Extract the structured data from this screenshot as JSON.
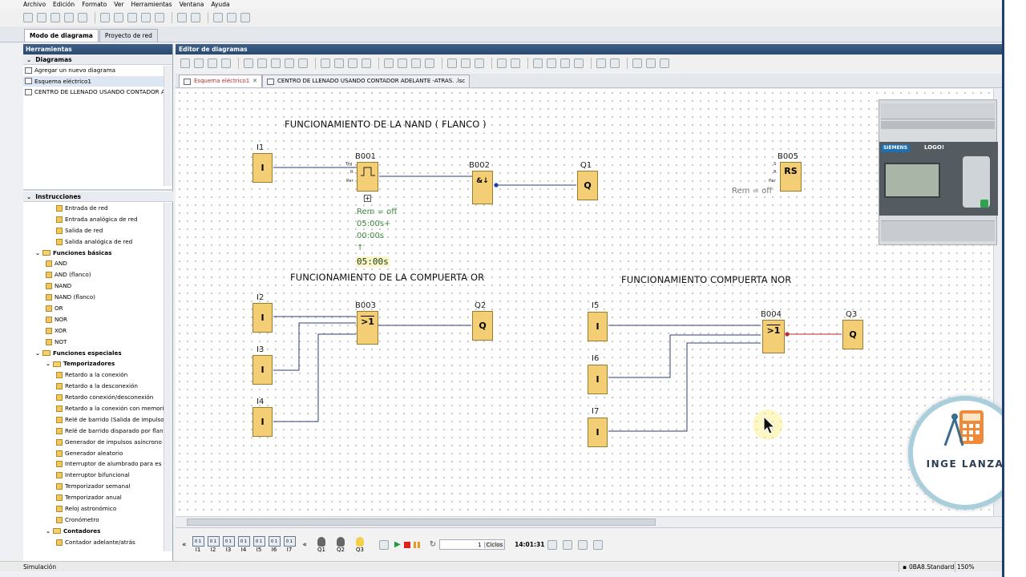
{
  "menu": [
    "Archivo",
    "Edición",
    "Formato",
    "Ver",
    "Herramientas",
    "Ventana",
    "Ayuda"
  ],
  "mode_tabs": [
    "Modo de diagrama",
    "Proyecto de red"
  ],
  "left_panel": {
    "title": "Herramientas",
    "diagrams_header": "Diagramas",
    "diagram_items": [
      "Agregar un nuevo diagrama",
      "Esquema eléctrico1",
      "CENTRO DE LLENADO USANDO CONTADOR ADELANTE"
    ],
    "instructions_header": "Instrucciones",
    "tree": [
      {
        "label": "Entrada de red",
        "indent": 3,
        "folder": false
      },
      {
        "label": "Entrada analógica de red",
        "indent": 3,
        "folder": false
      },
      {
        "label": "Salida de red",
        "indent": 3,
        "folder": false
      },
      {
        "label": "Salida analógica de red",
        "indent": 3,
        "folder": false
      },
      {
        "label": "Funciones básicas",
        "indent": 1,
        "folder": true
      },
      {
        "label": "AND",
        "indent": 2,
        "folder": false
      },
      {
        "label": "AND (flanco)",
        "indent": 2,
        "folder": false
      },
      {
        "label": "NAND",
        "indent": 2,
        "folder": false
      },
      {
        "label": "NAND (flanco)",
        "indent": 2,
        "folder": false
      },
      {
        "label": "OR",
        "indent": 2,
        "folder": false
      },
      {
        "label": "NOR",
        "indent": 2,
        "folder": false
      },
      {
        "label": "XOR",
        "indent": 2,
        "folder": false
      },
      {
        "label": "NOT",
        "indent": 2,
        "folder": false
      },
      {
        "label": "Funciones especiales",
        "indent": 1,
        "folder": true
      },
      {
        "label": "Temporizadores",
        "indent": 2,
        "folder": true
      },
      {
        "label": "Retardo a la conexión",
        "indent": 3,
        "folder": false
      },
      {
        "label": "Retardo a la desconexión",
        "indent": 3,
        "folder": false
      },
      {
        "label": "Retardo conexión/desconexión",
        "indent": 3,
        "folder": false
      },
      {
        "label": "Retardo a la conexión con memori",
        "indent": 3,
        "folder": false
      },
      {
        "label": "Relé de barrido (Salida de impulso",
        "indent": 3,
        "folder": false
      },
      {
        "label": "Relé de barrido disparado por flan",
        "indent": 3,
        "folder": false
      },
      {
        "label": "Generador de impulsos asíncrono",
        "indent": 3,
        "folder": false
      },
      {
        "label": "Generador aleatorio",
        "indent": 3,
        "folder": false
      },
      {
        "label": "Interruptor de alumbrado para es",
        "indent": 3,
        "folder": false
      },
      {
        "label": "Interruptor bifuncional",
        "indent": 3,
        "folder": false
      },
      {
        "label": "Temporizador semanal",
        "indent": 3,
        "folder": false
      },
      {
        "label": "Temporizador anual",
        "indent": 3,
        "folder": false
      },
      {
        "label": "Reloj astronómico",
        "indent": 3,
        "folder": false
      },
      {
        "label": "Cronómetro",
        "indent": 3,
        "folder": false
      },
      {
        "label": "Contadores",
        "indent": 2,
        "folder": true
      },
      {
        "label": "Contador adelante/atrás",
        "indent": 3,
        "folder": false
      }
    ]
  },
  "editor": {
    "title": "Editor de diagramas",
    "doc_tabs": [
      "Esquema eléctrico1",
      "CENTRO DE LLENADO USANDO CONTADOR ADELANTE -ATRAS. .lsc"
    ],
    "tab_close": "✕"
  },
  "diagram": {
    "title_nand": "FUNCIONAMIENTO DE LA NAND ( FLANCO )",
    "title_or": "FUNCIONAMIENTO DE LA COMPUERTA OR",
    "title_nor": "FUNCIONAMIENTO COMPUERTA NOR",
    "inputs": {
      "I1": "I1",
      "I2": "I2",
      "I3": "I3",
      "I4": "I4",
      "I5": "I5",
      "I6": "I6",
      "I7": "I7"
    },
    "input_symbol": "I",
    "outputs": {
      "Q1": "Q1",
      "Q2": "Q2",
      "Q3": "Q3"
    },
    "output_symbol": "Q",
    "blocks": {
      "B001": "B001",
      "B002": "B002",
      "B003": "B003",
      "B004": "B004",
      "B005": "B005"
    },
    "and_symbol": "&↓",
    "or_symbol": ">1",
    "rs_symbol": "RS",
    "b001_pins": [
      "Trg",
      "R",
      "Par"
    ],
    "b005_pins": [
      "S",
      "R",
      "Par"
    ],
    "b001_params": [
      "Rem = off",
      "05:00s+",
      "00:00s",
      "↑"
    ],
    "b001_timer": "05:00s",
    "b005_param": "Rem = off"
  },
  "simulation": {
    "inputs": [
      "I1",
      "I2",
      "I3",
      "I4",
      "I5",
      "I6",
      "I7"
    ],
    "switch_text": "0  1",
    "outputs": [
      "Q1",
      "Q2",
      "Q3"
    ],
    "cycles_value": "1",
    "cycles_label": "Ciclos",
    "time": "14:01:31"
  },
  "status": {
    "left": "Simulación",
    "device": "0BA8.Standard",
    "zoom": "150%"
  },
  "overlay": {
    "device_brand": "SIEMENS",
    "device_model": "LOGO!",
    "badge_text": "INGE LANZA"
  },
  "colors": {
    "block_fill": "#f3ce74",
    "wire": "#2e3d7a",
    "wire_active": "#c0272d",
    "header": "#2b4a70"
  }
}
